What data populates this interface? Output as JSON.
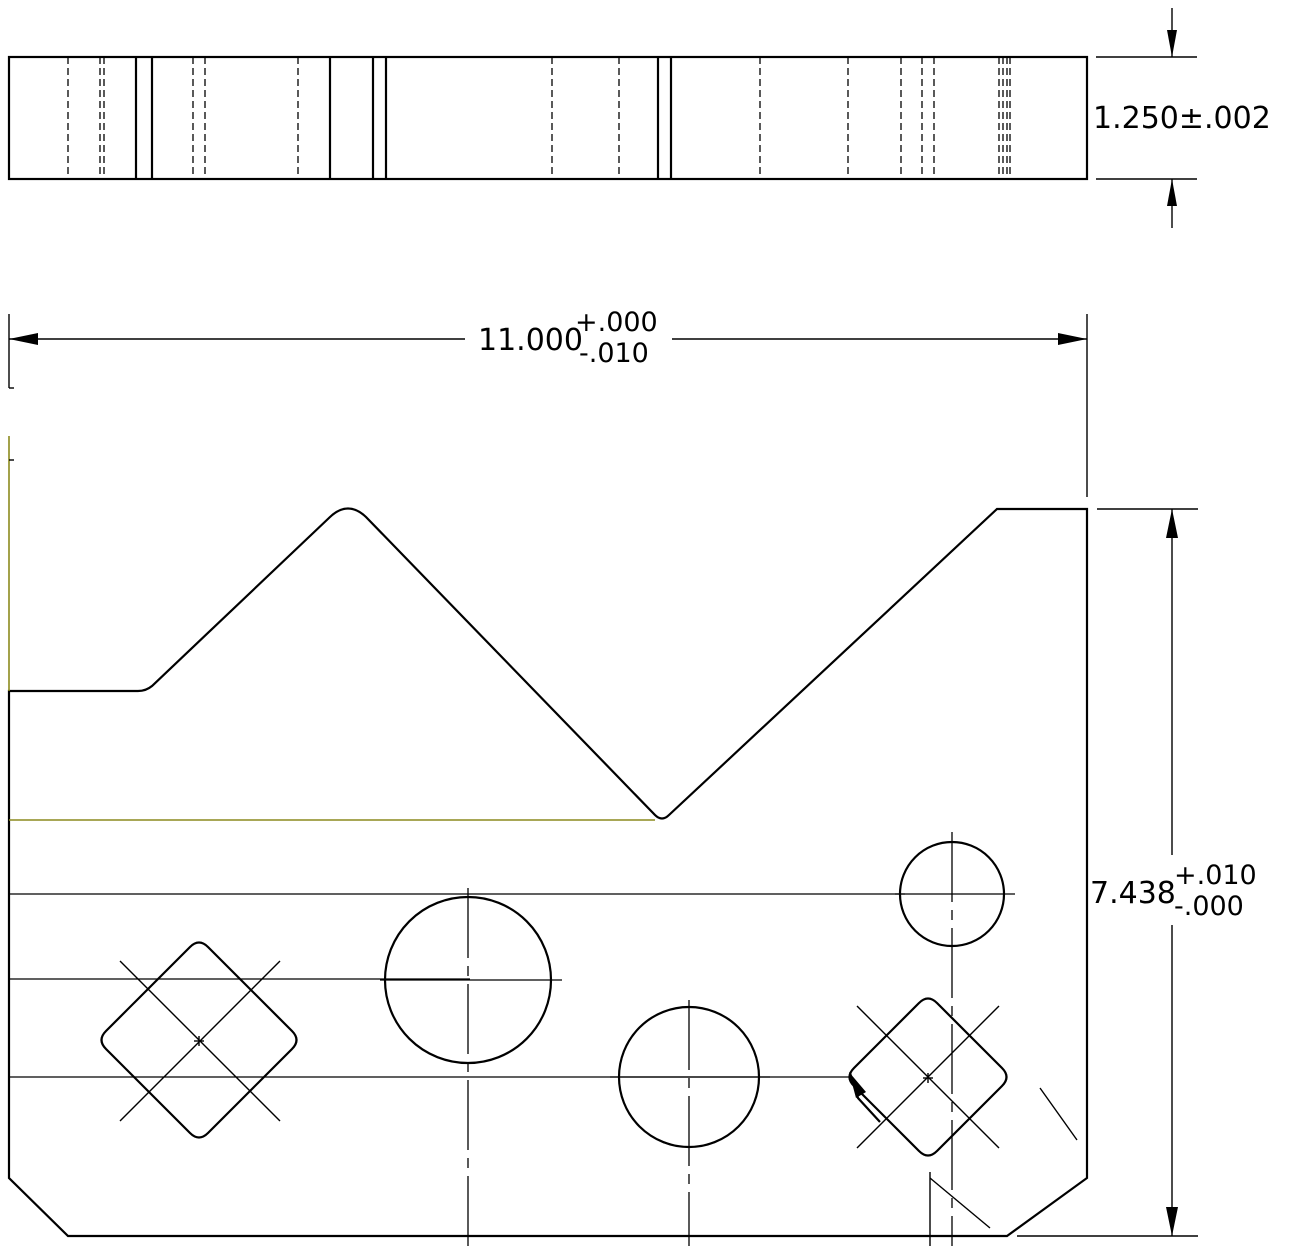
{
  "dimensions": {
    "thickness": {
      "value": "1.250±.002"
    },
    "length": {
      "nominal": "11.000",
      "upper": "+.000",
      "lower": "-.010"
    },
    "height": {
      "nominal": "7.438",
      "upper": "+.010",
      "lower": "-.000"
    }
  }
}
